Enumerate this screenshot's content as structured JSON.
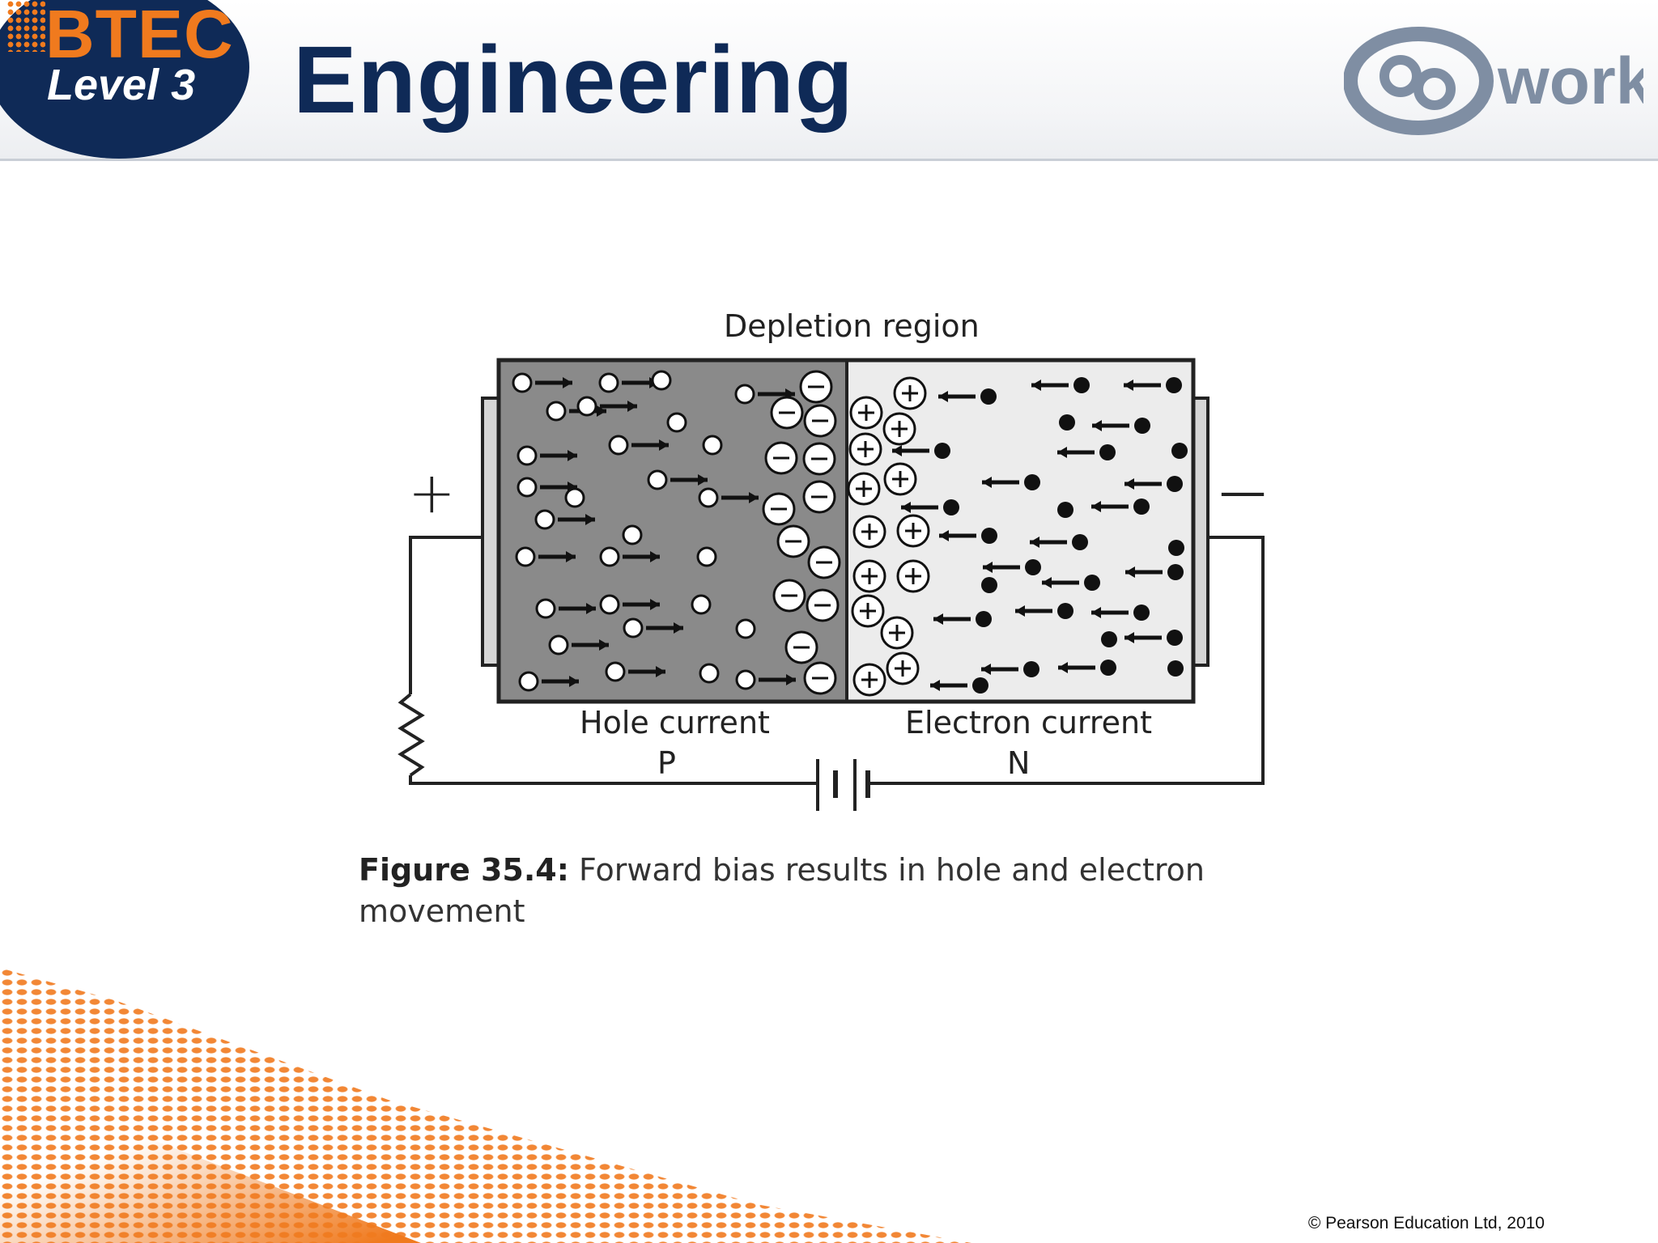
{
  "header": {
    "badge_title": "BTEC",
    "badge_subtitle": "Level 3",
    "title": "Engineering",
    "logo_text": "work"
  },
  "diagram": {
    "depletion_label": "Depletion region",
    "plus_sign": "+",
    "minus_sign": "—",
    "hole_current_label": "Hole current",
    "electron_current_label": "Electron current",
    "p_label": "P",
    "n_label": "N",
    "p_region_color": "#8a8a8a",
    "n_region_color": "#ececec"
  },
  "caption": {
    "figure_label": "Figure 35.4:",
    "text": "Forward bias results in hole and electron movement"
  },
  "footer": {
    "copyright": "© Pearson Education Ltd, 2010"
  },
  "colors": {
    "navy": "#0f2a57",
    "orange": "#f07a1e",
    "logo_gray": "#7f8ea3"
  }
}
